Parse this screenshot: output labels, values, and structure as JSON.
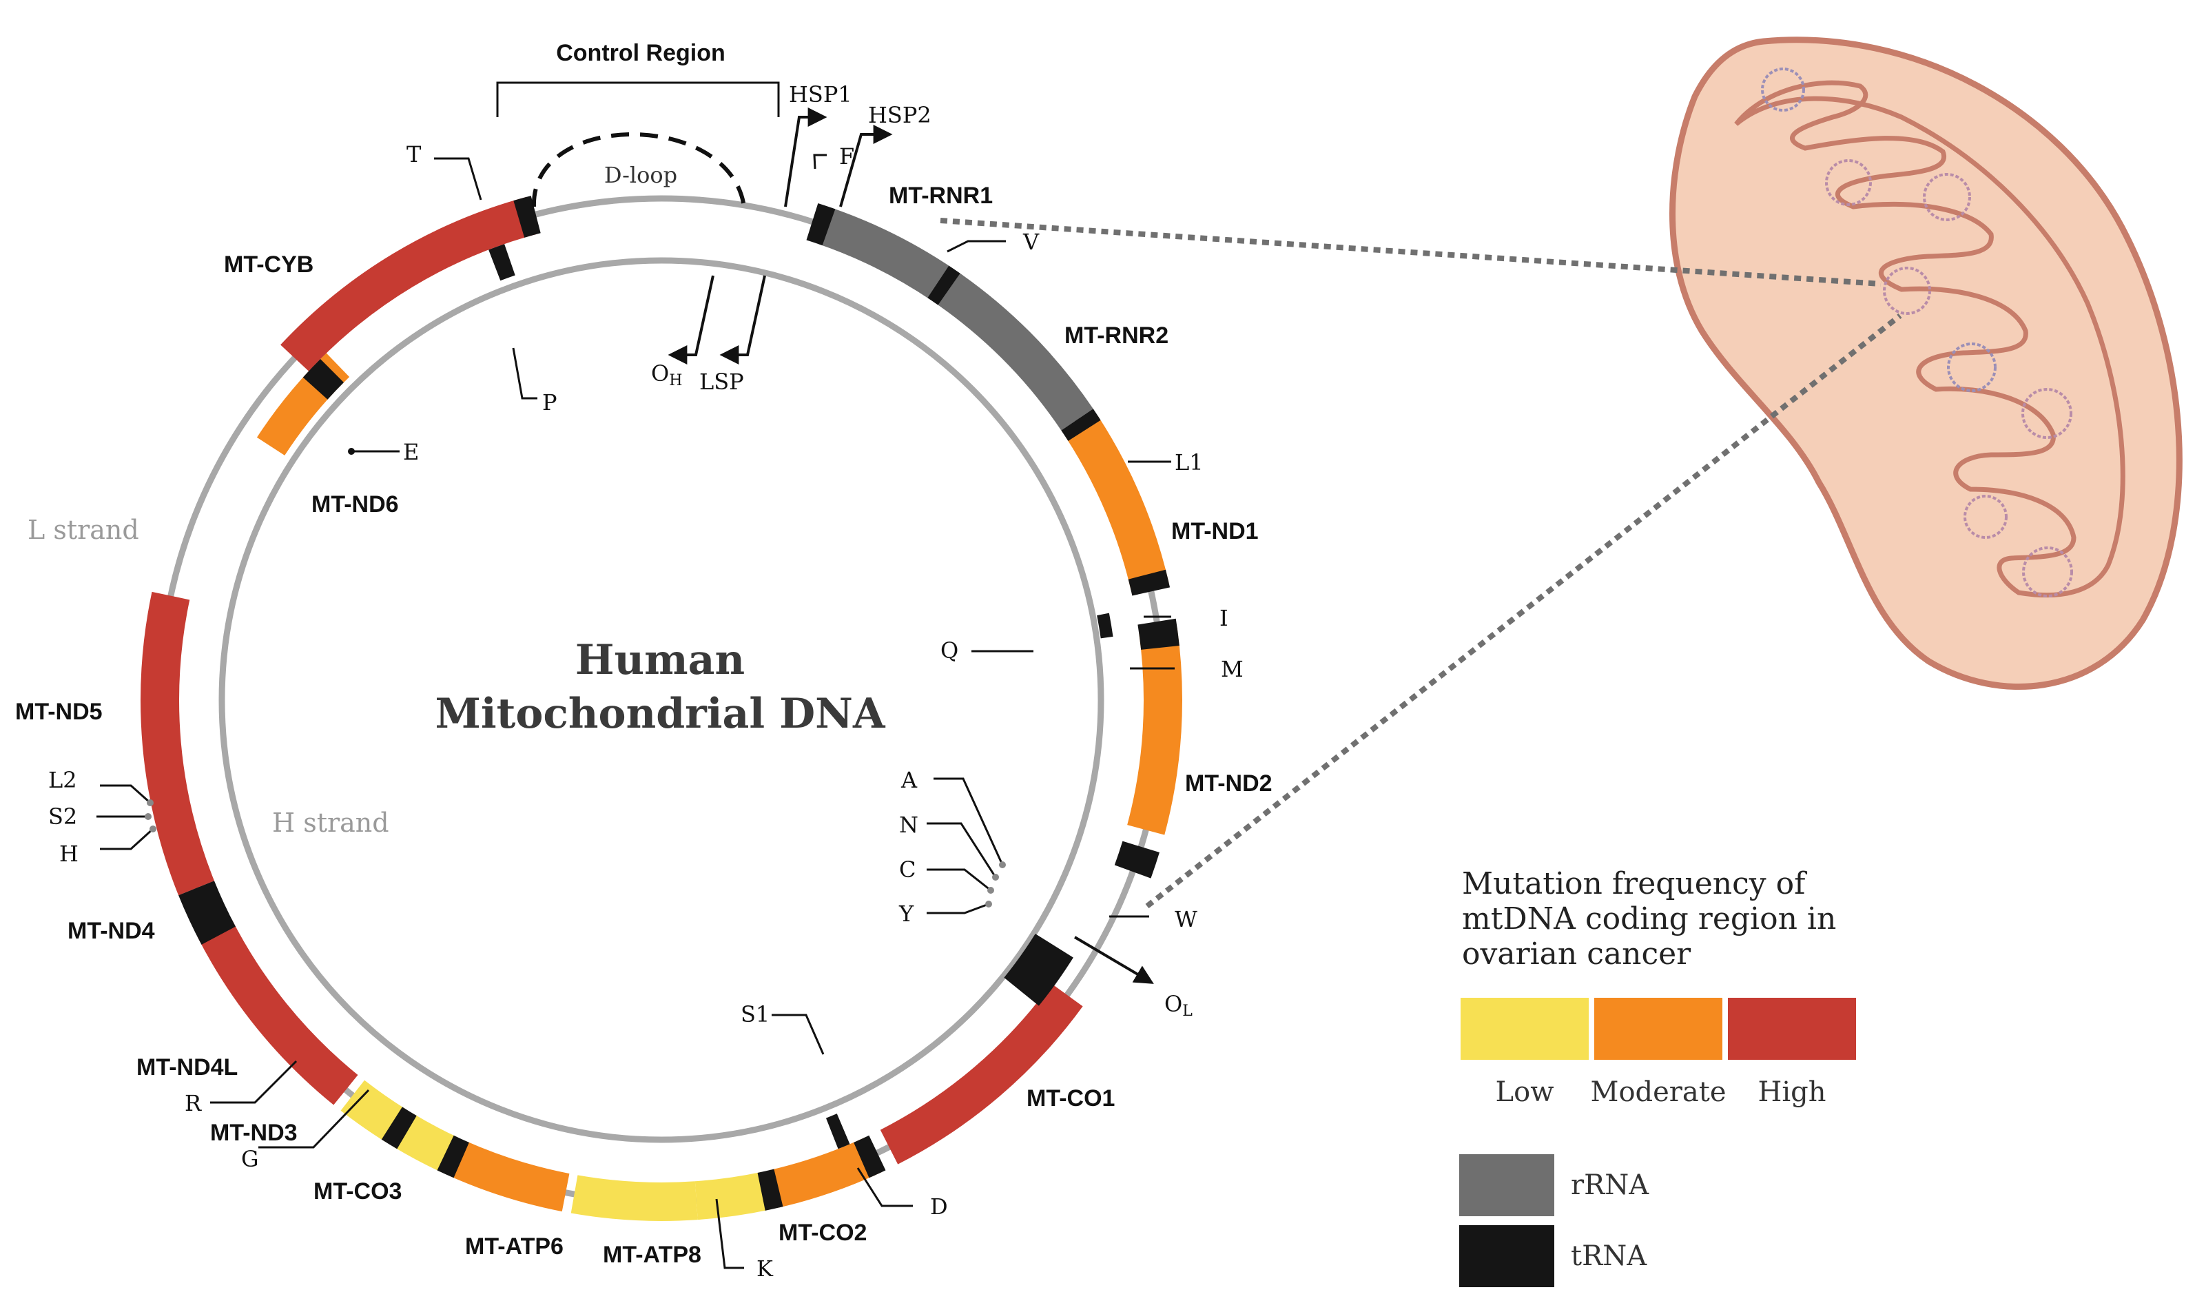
{
  "title": {
    "line1": "Human",
    "line2": "Mitochondrial DNA"
  },
  "control_region": "Control Region",
  "d_loop": "D-loop",
  "strands": {
    "light": "L strand",
    "heavy": "H strand"
  },
  "promoters": {
    "hsp1": "HSP1",
    "hsp2": "HSP2",
    "lsp": "LSP"
  },
  "origins": {
    "oh_main": "O",
    "oh_sub": "H",
    "ol_main": "O",
    "ol_sub": "L"
  },
  "colors": {
    "low": "#f7e053",
    "moderate": "#f58a1f",
    "high": "#c63b32",
    "rrna": "#6f6f6f",
    "trna": "#151515",
    "strand": "#a8a8a8",
    "mito_fill": "#f5cfb8",
    "mito_edge": "#c77d6a"
  },
  "genes": {
    "rnr1": "MT-RNR1",
    "rnr2": "MT-RNR2",
    "nd1": "MT-ND1",
    "nd2": "MT-ND2",
    "co1": "MT-CO1",
    "co2": "MT-CO2",
    "atp8": "MT-ATP8",
    "atp6": "MT-ATP6",
    "co3": "MT-CO3",
    "nd3": "MT-ND3",
    "nd4l": "MT-ND4L",
    "nd4": "MT-ND4",
    "nd5": "MT-ND5",
    "nd6": "MT-ND6",
    "cyb": "MT-CYB"
  },
  "trna": {
    "F": "F",
    "V": "V",
    "L1": "L1",
    "I": "I",
    "Q": "Q",
    "M": "M",
    "W": "W",
    "A": "A",
    "N": "N",
    "C": "C",
    "Y": "Y",
    "S1": "S1",
    "D": "D",
    "K": "K",
    "G": "G",
    "R": "R",
    "H": "H",
    "S2": "S2",
    "L2": "L2",
    "E": "E",
    "T": "T",
    "P": "P"
  },
  "legend": {
    "title_line1": "Mutation frequency of",
    "title_line2": "mtDNA coding region in",
    "title_line3": "ovarian cancer",
    "low": "Low",
    "moderate": "Moderate",
    "high": "High",
    "rrna": "rRNA",
    "trna": "tRNA"
  }
}
